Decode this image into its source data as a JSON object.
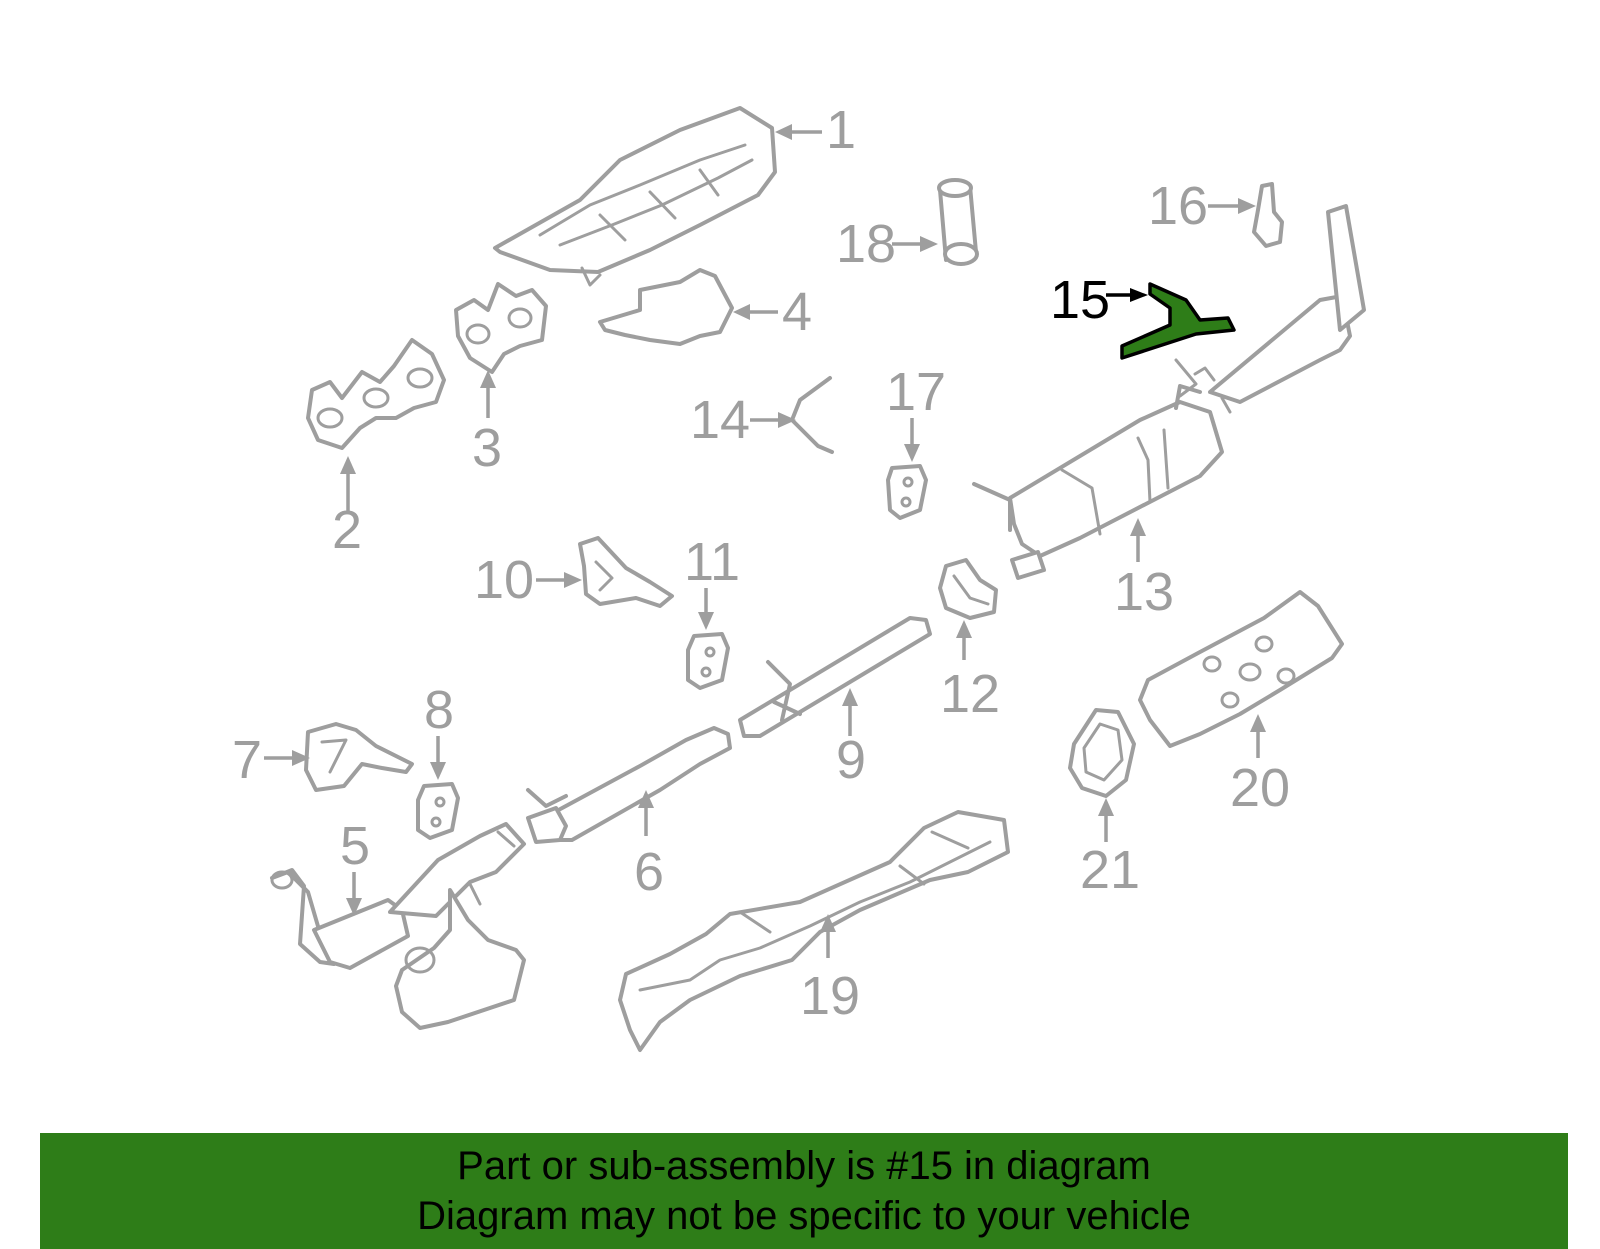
{
  "diagram": {
    "callouts": [
      "1",
      "2",
      "3",
      "4",
      "5",
      "6",
      "7",
      "8",
      "9",
      "10",
      "11",
      "12",
      "13",
      "14",
      "15",
      "16",
      "17",
      "18",
      "19",
      "20",
      "21"
    ],
    "highlighted_part": "15",
    "highlight_color": "#2e7d18",
    "part_line_color": "#9e9e9e"
  },
  "banner": {
    "line1": "Part or sub-assembly is #15 in diagram",
    "line2": "Diagram may not be specific to your vehicle",
    "background_color": "#2e7d18"
  }
}
